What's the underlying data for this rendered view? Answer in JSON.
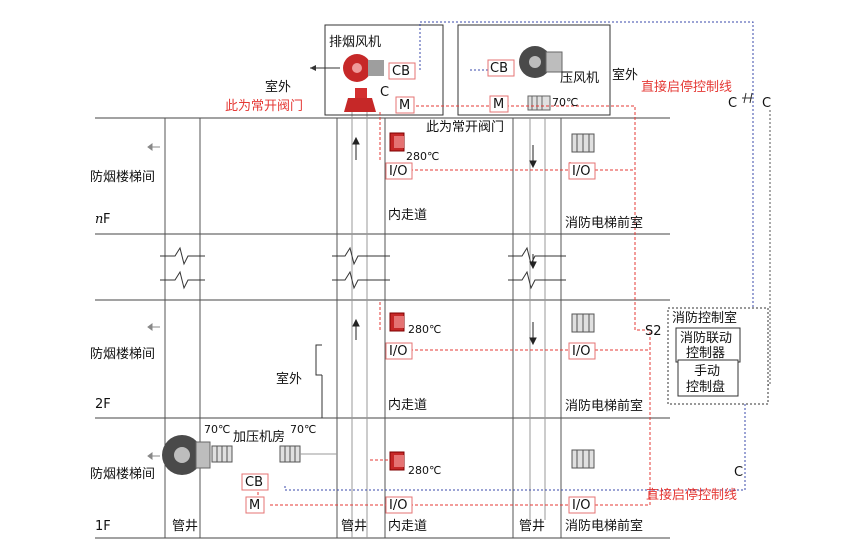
{
  "labels": {
    "exhaust_fan": "排烟风机",
    "outdoor_top": "室外",
    "normally_open_valve_top": "此为常开阀门",
    "normally_open_valve_mid": "此为常开阀门",
    "pressure_fan": "压风机",
    "outdoor_right": "室外",
    "direct_line_top": "直接启停控制线",
    "direct_line_bottom": "直接启停控制线",
    "stair_nf": "防烟楼梯间",
    "stair_2f": "防烟楼梯间",
    "stair_1f": "防烟楼梯间",
    "floor_n_prefix": "n",
    "floor_n_suffix": "F",
    "floor_2": "2F",
    "floor_1": "1F",
    "corridor_nf": "内走道",
    "corridor_2f": "内走道",
    "corridor_1f": "内走道",
    "lobby_nf": "消防电梯前室",
    "lobby_2f": "消防电梯前室",
    "lobby_1f": "消防电梯前室",
    "shaft_1": "管井",
    "shaft_2": "管井",
    "shaft_3": "管井",
    "outdoor_2f": "室外",
    "pressure_room": "加压机房",
    "temp_70_right_top": "70℃",
    "temp_280_n": "280℃",
    "temp_280_2": "280℃",
    "temp_280_1": "280℃",
    "temp_70_a": "70℃",
    "temp_70_b": "70℃",
    "control_room": "消防控制室",
    "linkage_ctrl_1": "消防联动",
    "linkage_ctrl_2": "控制器",
    "manual_panel_1": "手动",
    "manual_panel_2": "控制盘",
    "s2": "S2",
    "cb_top": "CB",
    "m_top": "M",
    "c_top": "C",
    "cb_right": "CB",
    "m_right": "M",
    "c_right_a": "C",
    "c_right_b": "C",
    "c_bottom": "C",
    "cb_bottom": "CB",
    "m_bottom": "M",
    "io_n_mid": "I/O",
    "io_n_right": "I/O",
    "io_2_mid": "I/O",
    "io_2_right": "I/O",
    "io_1_mid": "I/O",
    "io_1_right": "I/O"
  },
  "colors": {
    "red_control": "#e53935",
    "blue_signal": "#3949ab",
    "valve_red": "#c62828",
    "fan_body": "#4a4a4a"
  }
}
